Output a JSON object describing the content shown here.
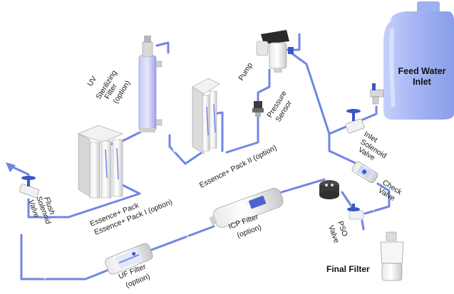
{
  "labels": {
    "feed_water_1": "Feed Water",
    "feed_water_2": "Inlet",
    "uv_1": "UV",
    "uv_2": "Sterilizing",
    "uv_3": "Filter",
    "uv_4": "(option)",
    "pump": "Pump",
    "pressure_1": "Pressure",
    "pressure_2": "Sensor",
    "inlet_valve_1": "Inlet",
    "inlet_valve_2": "Solenoid",
    "inlet_valve_3": "Valve",
    "essence_pack_ii": "Essence+ Pack II (option)",
    "check_valve_1": "Check",
    "check_valve_2": "Valve",
    "essence_pack_1": "Essence+ Pack",
    "essence_pack_2": "Essence+ Pack I (option)",
    "flush_1": "Flush",
    "flush_2": "Solenoid",
    "flush_3": "Valve",
    "icp_1": "ICP Filter",
    "icp_2": "(option)",
    "pso_1": "PSO",
    "pso_2": "Valve",
    "uf_1": "UF Filter",
    "uf_2": "(option)",
    "final_filter": "Final Filter"
  },
  "colors": {
    "pipe": "#6f86e6",
    "bottle": "#a9b8f5",
    "uv_lamp": "#b7b9f2",
    "valve_handle": "#3a55c8"
  }
}
